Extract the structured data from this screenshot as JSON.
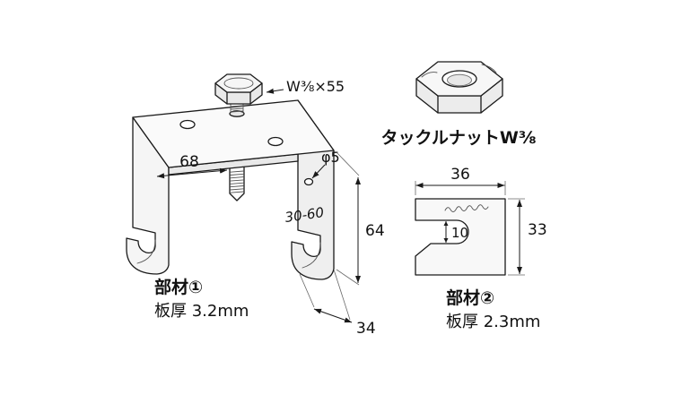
{
  "drawing": {
    "part1": {
      "bolt_label": "W⅜×55",
      "hole_label": "φ5",
      "dim_inner_width": "68",
      "surface_mark": "30-60",
      "dim_height": "64",
      "dim_depth": "34",
      "name": "部材①",
      "thickness": "板厚 3.2mm"
    },
    "nut": {
      "label": "タックルナットW⅜"
    },
    "part2": {
      "dim_width": "36",
      "dim_height": "33",
      "dim_slot_height": "10",
      "name": "部材②",
      "thickness": "板厚 2.3mm"
    },
    "colors": {
      "ink": "#1a1a1a",
      "paper": "#ffffff",
      "metal": "#f5f5f5"
    }
  }
}
